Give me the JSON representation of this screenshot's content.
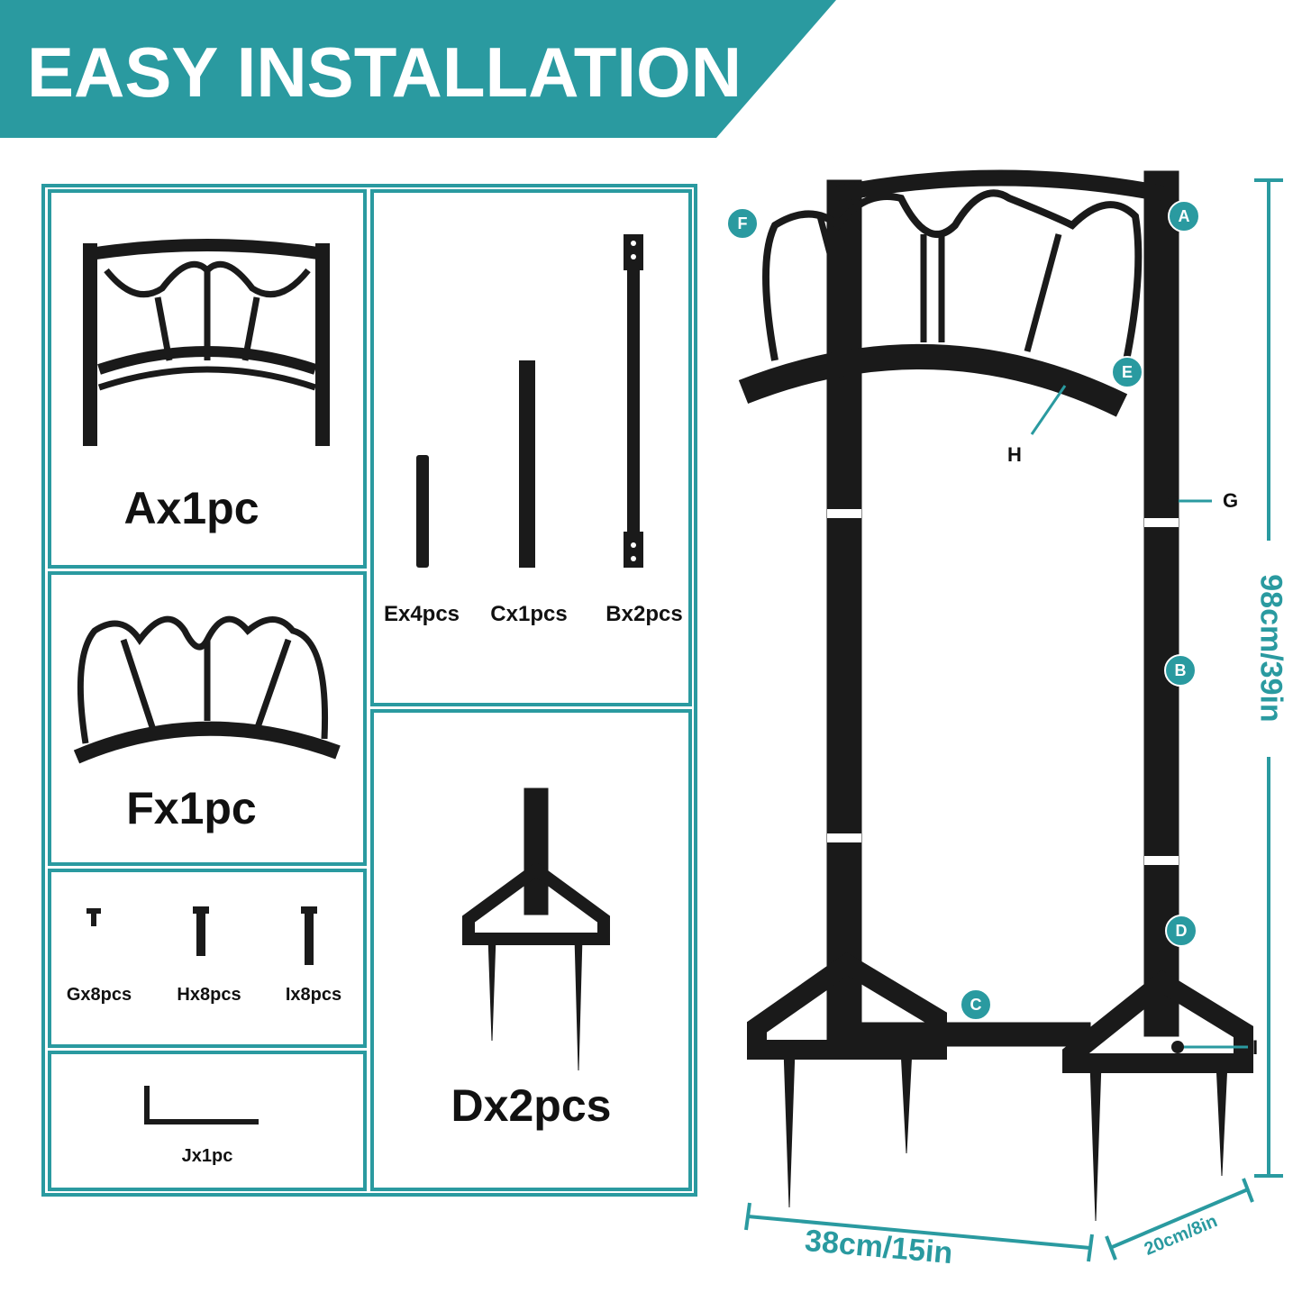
{
  "title": "EASY INSTALLATION",
  "colors": {
    "accent": "#2a9aa0",
    "metal": "#1a1a1a"
  },
  "parts": {
    "a": "Ax1pc",
    "f": "Fx1pc",
    "e": "Ex4pcs",
    "c": "Cx1pcs",
    "b": "Bx2pcs",
    "g": "Gx8pcs",
    "h": "Hx8pcs",
    "i": "Ix8pcs",
    "j": "Jx1pc",
    "d": "Dx2pcs"
  },
  "badges": {
    "a": "A",
    "b": "B",
    "c": "C",
    "d": "D",
    "e": "E",
    "f": "F"
  },
  "callouts": {
    "g": "G",
    "h": "H",
    "i": "I"
  },
  "dimensions": {
    "height": "98cm/39in",
    "width": "38cm/15in",
    "depth": "20cm/8in"
  }
}
